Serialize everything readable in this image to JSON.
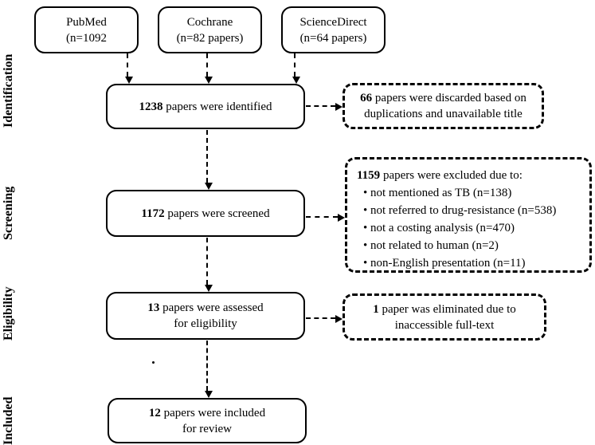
{
  "stages": [
    {
      "label": "Identification"
    },
    {
      "label": "Screening"
    },
    {
      "label": "Eligibility"
    },
    {
      "label": "Included"
    }
  ],
  "sources": [
    {
      "name": "PubMed",
      "count_line": "(n=1092"
    },
    {
      "name": "Cochrane",
      "count_line": "(n=82 papers)"
    },
    {
      "name": "ScienceDirect",
      "count_line": "(n=64 papers)"
    }
  ],
  "flow": [
    {
      "count": "1238",
      "text": "papers were identified",
      "line2": ""
    },
    {
      "count": "1172",
      "text": "papers were screened",
      "line2": ""
    },
    {
      "count": "13",
      "text": "papers were assessed",
      "line2": "for eligibility"
    },
    {
      "count": "12",
      "text": "papers were included",
      "line2": "for review"
    }
  ],
  "notes": [
    {
      "count": "66",
      "text": "papers were discarded based on duplications and unavailable title"
    },
    {
      "count": "1159",
      "text": "papers were excluded due to:",
      "bullets": [
        "not mentioned as TB (n=138)",
        "not referred to drug-resistance (n=538)",
        "not a costing analysis (n=470)",
        "not related to human (n=2)",
        "non-English presentation (n=11)"
      ]
    },
    {
      "count": "1",
      "text": "paper was eliminated due to inaccessible full-text"
    }
  ],
  "colors": {
    "ink": "#000000",
    "background": "#ffffff"
  }
}
